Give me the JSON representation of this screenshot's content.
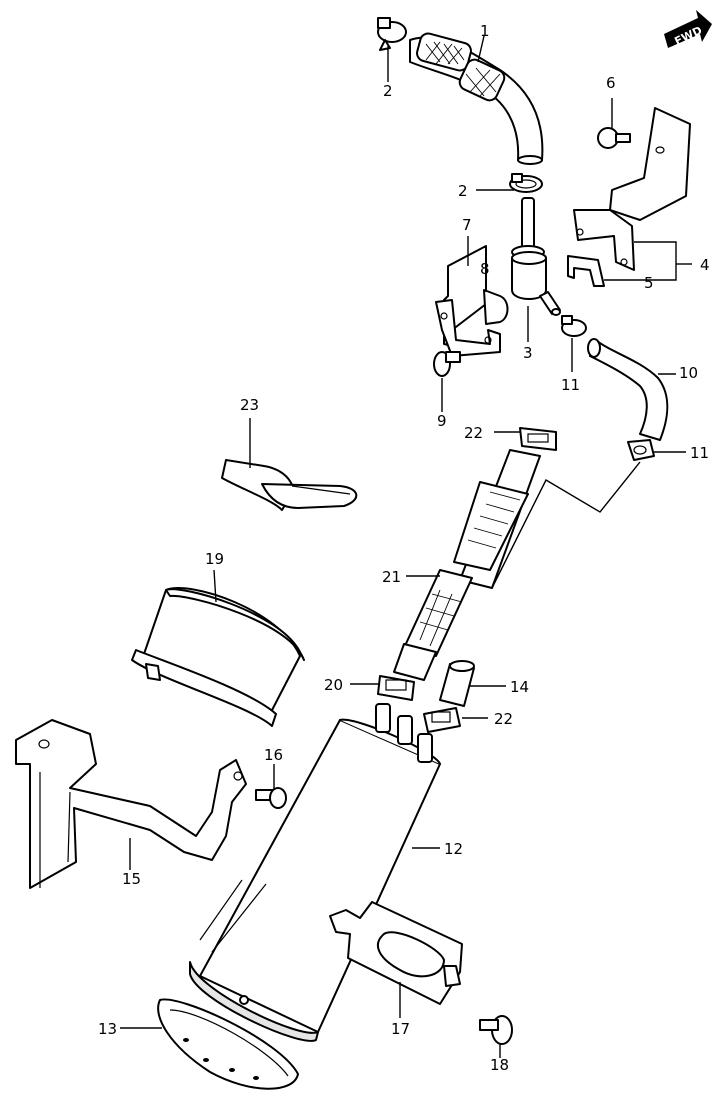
{
  "fwd_label": "FWD",
  "callouts": [
    {
      "id": "label-1",
      "text": "1"
    },
    {
      "id": "label-2a",
      "text": "2"
    },
    {
      "id": "label-2b",
      "text": "2"
    },
    {
      "id": "label-3",
      "text": "3"
    },
    {
      "id": "label-4",
      "text": "4"
    },
    {
      "id": "label-5",
      "text": "5"
    },
    {
      "id": "label-6",
      "text": "6"
    },
    {
      "id": "label-7",
      "text": "7"
    },
    {
      "id": "label-8",
      "text": "8"
    },
    {
      "id": "label-9",
      "text": "9"
    },
    {
      "id": "label-10",
      "text": "10"
    },
    {
      "id": "label-11a",
      "text": "11"
    },
    {
      "id": "label-11b",
      "text": "11"
    },
    {
      "id": "label-12",
      "text": "12"
    },
    {
      "id": "label-13",
      "text": "13"
    },
    {
      "id": "label-14",
      "text": "14"
    },
    {
      "id": "label-15",
      "text": "15"
    },
    {
      "id": "label-16",
      "text": "16"
    },
    {
      "id": "label-17",
      "text": "17"
    },
    {
      "id": "label-18",
      "text": "18"
    },
    {
      "id": "label-19",
      "text": "19"
    },
    {
      "id": "label-20",
      "text": "20"
    },
    {
      "id": "label-21",
      "text": "21"
    },
    {
      "id": "label-22a",
      "text": "22"
    },
    {
      "id": "label-22b",
      "text": "22"
    },
    {
      "id": "label-23",
      "text": "23"
    }
  ]
}
